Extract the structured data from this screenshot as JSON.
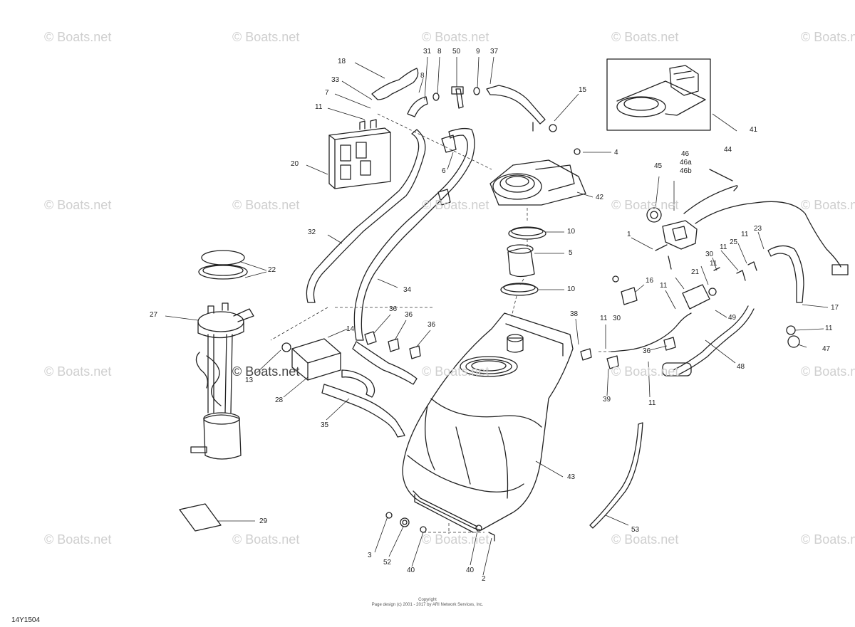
{
  "watermark_text": "© Boats.net",
  "diagram_code": "14Y1504",
  "copyright": {
    "line1": "Copyright",
    "line2": "Page design (c) 2001 - 2017 by ARI Network Services, Inc."
  },
  "callouts": [
    "18",
    "31",
    "8",
    "50",
    "9",
    "37",
    "33",
    "8",
    "7",
    "11",
    "15",
    "20",
    "6",
    "4",
    "41",
    "45",
    "46",
    "46a",
    "46b",
    "44",
    "42",
    "32",
    "10",
    "5",
    "1",
    "11",
    "23",
    "25",
    "30",
    "11",
    "22",
    "34",
    "10",
    "16",
    "21",
    "11",
    "11",
    "17",
    "27",
    "36",
    "36",
    "36",
    "14",
    "38",
    "11",
    "30",
    "49",
    "13",
    "36",
    "11",
    "47",
    "48",
    "28",
    "39",
    "11",
    "35",
    "43",
    "29",
    "53",
    "3",
    "52",
    "40",
    "40",
    "2"
  ]
}
